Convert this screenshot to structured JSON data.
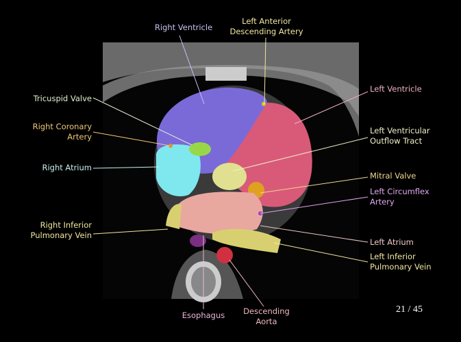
{
  "labels": {
    "right_ventricle": "Right Ventricle",
    "lad_1": "Left Anterior",
    "lad_2": "Descending Artery",
    "left_ventricle": "Left Ventricle",
    "tricuspid_valve": "Tricuspid Valve",
    "rca_1": "Right Coronary",
    "rca_2": "Artery",
    "right_atrium": "Right Atrium",
    "lvot_1": "Left Ventricular",
    "lvot_2": "Outflow Tract",
    "mitral_valve": "Mitral Valve",
    "lcx_1": "Left Circumflex",
    "lcx_2": "Artery",
    "ripv_1": "Right Inferior",
    "ripv_2": "Pulmonary Vein",
    "left_atrium": "Left Atrium",
    "lipv_1": "Left Inferior",
    "lipv_2": "Pulmonary Vein",
    "esophagus": "Esophagus",
    "aorta_1": "Descending",
    "aorta_2": "Aorta"
  },
  "slide_counter": "21 / 45",
  "colors": {
    "right_ventricle": "#c8c0f0",
    "lad": "#f0e8a0",
    "left_ventricle": "#f0b0c0",
    "tricuspid_valve": "#e0f0d0",
    "rca": "#f0c878",
    "right_atrium": "#c8f0f0",
    "lvot": "#f0f0c8",
    "mitral_valve": "#f0d890",
    "lcx": "#e0a8f0",
    "ripv": "#f0e8a0",
    "left_atrium": "#f0c8c8",
    "lipv": "#f0e8a0",
    "esophagus": "#e8b8d8",
    "aorta": "#f0b8c0"
  }
}
